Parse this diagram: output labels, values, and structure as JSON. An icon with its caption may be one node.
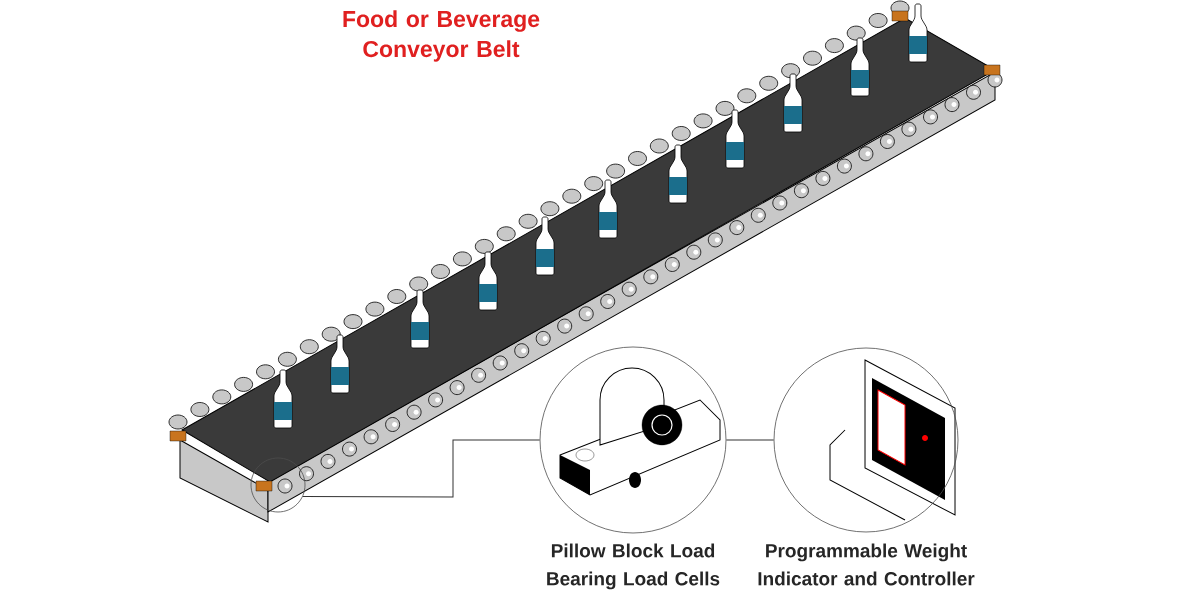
{
  "diagram": {
    "title": "Food or Beverage Conveyor Belt",
    "nodes": [
      {
        "text": [],
        "shape": "circle"
      },
      {
        "text": [
          "Pillow Block Load Bearing Load Cells"
        ]
      },
      {
        "text": [
          "Programmable Weight Indicator and Controller"
        ]
      }
    ],
    "edges": [
      {
        "from": 0,
        "to": 1,
        "arrow": "none"
      },
      {
        "from": 1,
        "to": 2,
        "arrow": "none"
      }
    ]
  }
}
